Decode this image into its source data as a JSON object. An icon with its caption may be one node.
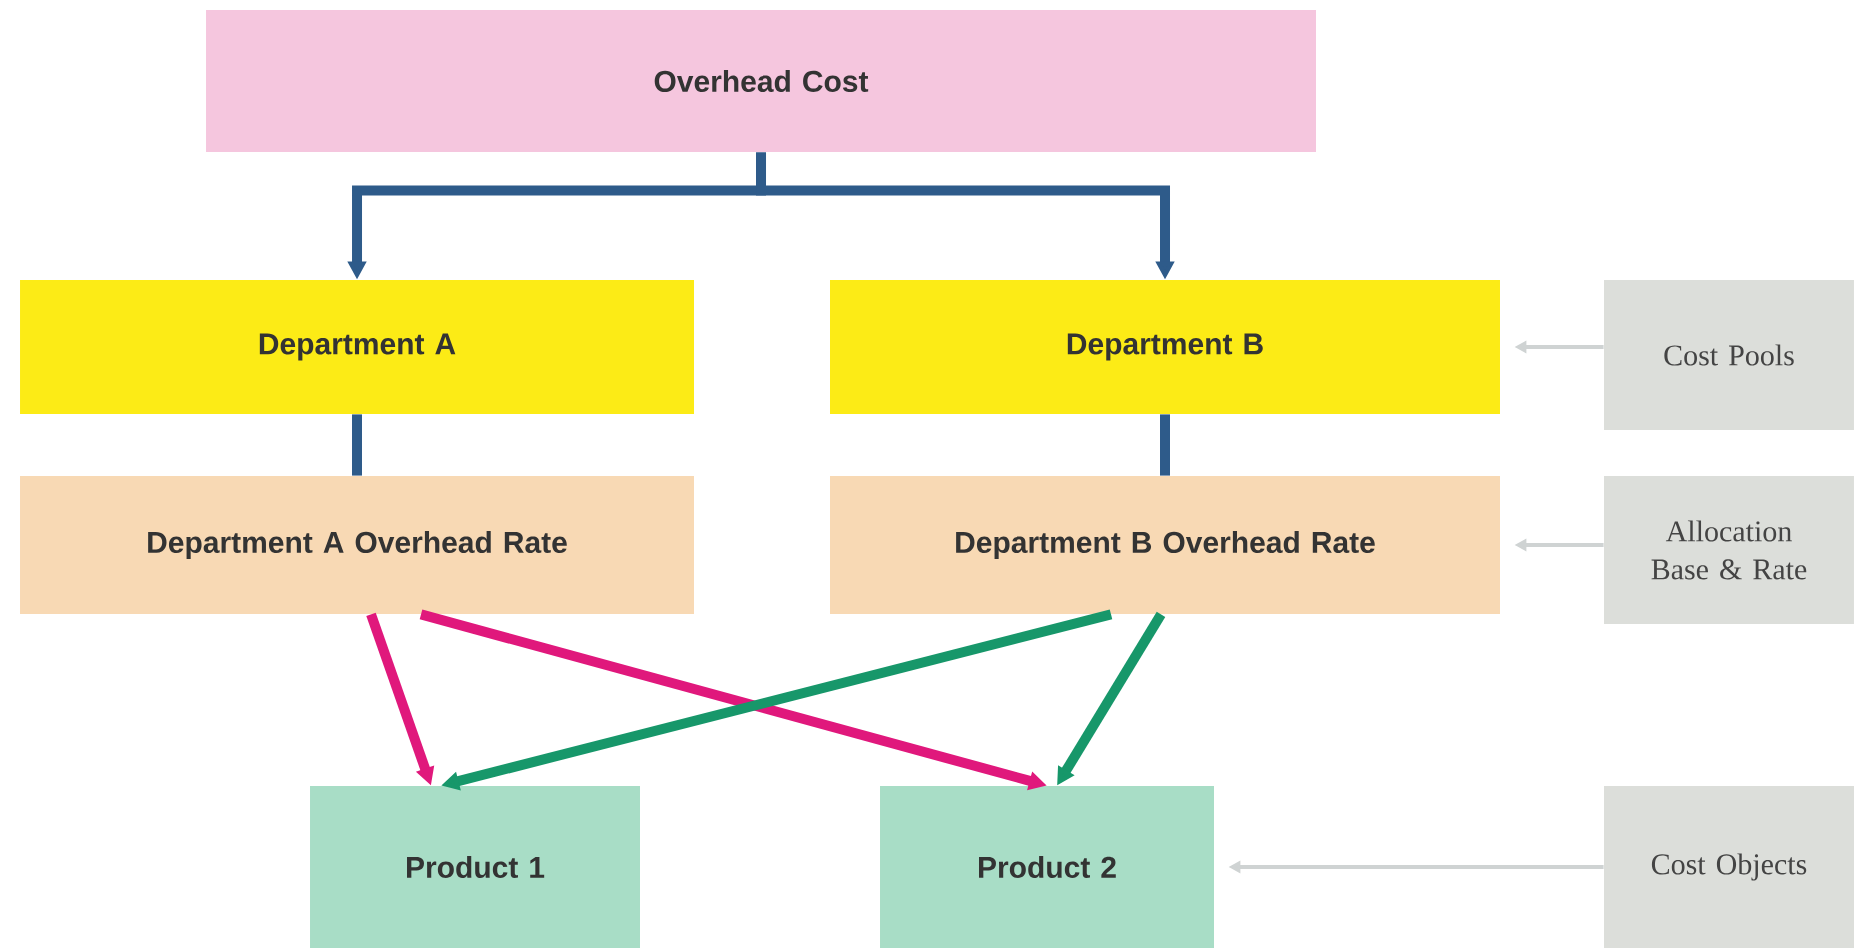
{
  "diagram": {
    "nodes": [
      {
        "text": [
          "Overhead Cost"
        ]
      },
      {
        "text": [
          "Department A"
        ]
      },
      {
        "text": [
          "Department B"
        ]
      },
      {
        "text": [
          "Department A Overhead Rate"
        ]
      },
      {
        "text": [
          "Department B Overhead Rate"
        ]
      },
      {
        "text": [
          "Product 1"
        ]
      },
      {
        "text": [
          "Product 2"
        ]
      },
      {
        "text": [
          "Cost Pools"
        ]
      },
      {
        "text": [
          "Allocation Base & Rate"
        ]
      },
      {
        "text": [
          "Cost Objects"
        ]
      }
    ],
    "edges": [
      {
        "from": 0,
        "to": 1,
        "arrow": "to"
      },
      {
        "from": 0,
        "to": 2,
        "arrow": "to"
      },
      {
        "from": 1,
        "to": 3,
        "arrow": "none"
      },
      {
        "from": 2,
        "to": 4,
        "arrow": "none"
      },
      {
        "from": 3,
        "to": 5,
        "arrow": "to",
        "color": "#e0187c"
      },
      {
        "from": 3,
        "to": 6,
        "arrow": "to",
        "color": "#e0187c"
      },
      {
        "from": 4,
        "to": 5,
        "arrow": "to",
        "color": "#17976a"
      },
      {
        "from": 4,
        "to": 6,
        "arrow": "to",
        "color": "#17976a"
      },
      {
        "from": 7,
        "to": 2,
        "arrow": "to",
        "color": "#cfd3d3"
      },
      {
        "from": 8,
        "to": 4,
        "arrow": "to",
        "color": "#cfd3d3"
      },
      {
        "from": 9,
        "to": 6,
        "arrow": "to",
        "color": "#cfd3d3"
      }
    ]
  }
}
